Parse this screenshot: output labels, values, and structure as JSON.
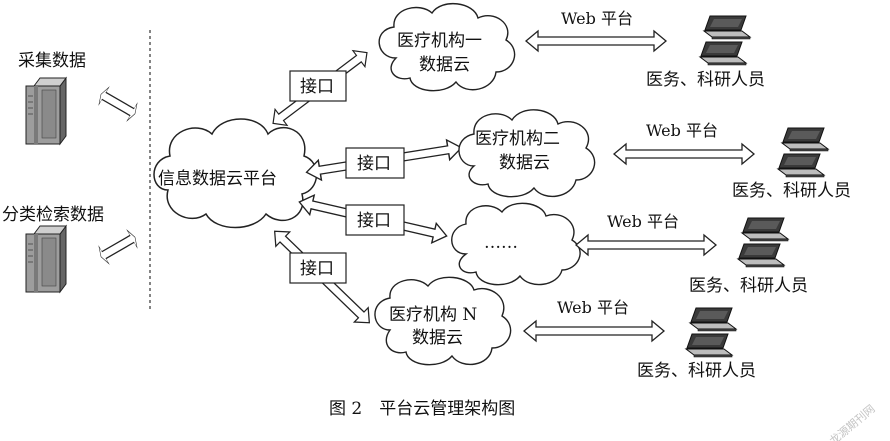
{
  "diagram": {
    "caption": "图 2　平台云管理架构图",
    "watermark": "龙源期刊网",
    "data_sources": {
      "collected": "采集数据",
      "classified": "分类检索数据"
    },
    "central_platform": "信息数据云平台",
    "interface_label": "接口",
    "web_platform_label": "Web 平台",
    "clouds": [
      {
        "line1": "医疗机构一",
        "line2": "数据云"
      },
      {
        "line1": "医疗机构二",
        "line2": "数据云"
      },
      {
        "line1": "……",
        "line2": ""
      },
      {
        "line1": "医疗机构 N",
        "line2": "数据云"
      }
    ],
    "users": [
      {
        "label": "医务、科研人员"
      },
      {
        "label": "医务、科研人员"
      },
      {
        "label": "医务、科研人员"
      },
      {
        "label": "医务、科研人员"
      }
    ]
  }
}
